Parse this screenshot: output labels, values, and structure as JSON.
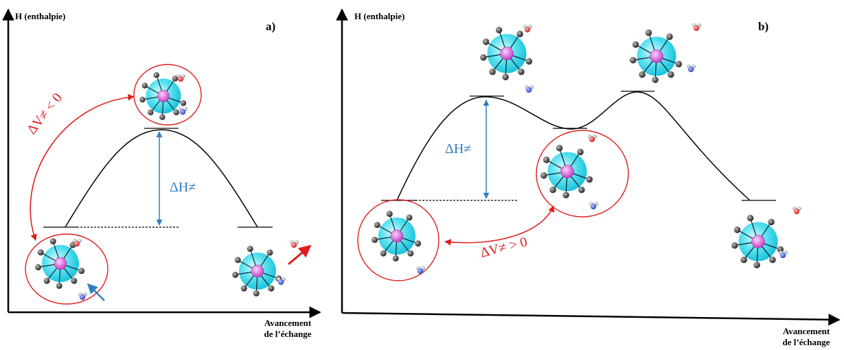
{
  "panel_a": {
    "letter": "a)",
    "y_axis_label": "H (enthalpie)",
    "x_axis_label_line1": "Avancement",
    "x_axis_label_line2": "de l’échange",
    "delta_h": "ΔH≠",
    "delta_v": "ΔV≠ <  0"
  },
  "panel_b": {
    "letter": "b)",
    "y_axis_label": "H (enthalpie)",
    "x_axis_label_line1": "Avancement",
    "x_axis_label_line2": "de l’échange",
    "delta_h": "ΔH≠",
    "delta_v": "ΔV≠ >  0"
  },
  "colors": {
    "curve": "#000000",
    "delta_h_arrow": "#2f7fc1",
    "delta_v_arrow": "#e21c1c",
    "circle_outline": "#e21c1c",
    "ion_sphere": "#34d7ea",
    "metal_center": "#d864d8",
    "ligand_atom": "#333333",
    "water_oxygen_out": "#e23b3b",
    "water_oxygen_in": "#3a4fd1",
    "incoming_arrow": "#2f7fc1",
    "outgoing_arrow": "#e21c1c"
  },
  "icons": [
    "solvated-ion-icon",
    "water-molecule-icon"
  ]
}
